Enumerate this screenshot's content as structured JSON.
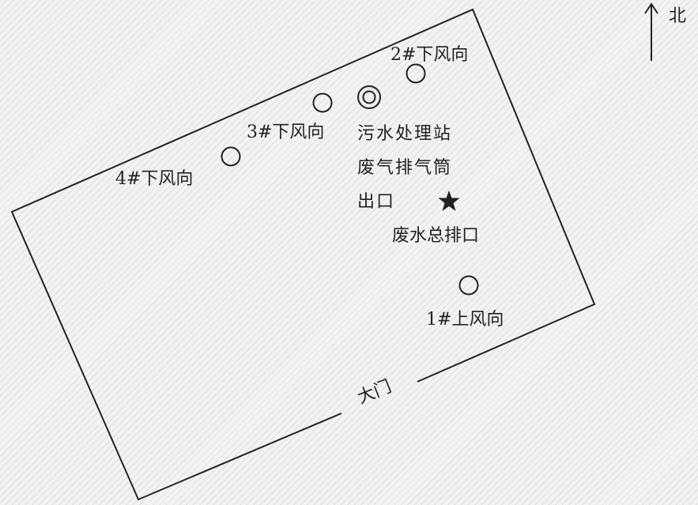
{
  "compass": {
    "label": "北"
  },
  "monitoring_points": {
    "p1": "1#上风向",
    "p2": "2#下风向",
    "p3": "3#下风向",
    "p4": "4#下风向"
  },
  "exhaust_stack": {
    "line1": "污水处理站",
    "line2": "废气排气筒",
    "line3": "出口"
  },
  "wastewater_outlet": {
    "label": "废水总排口"
  },
  "gate": {
    "label": "大门"
  }
}
